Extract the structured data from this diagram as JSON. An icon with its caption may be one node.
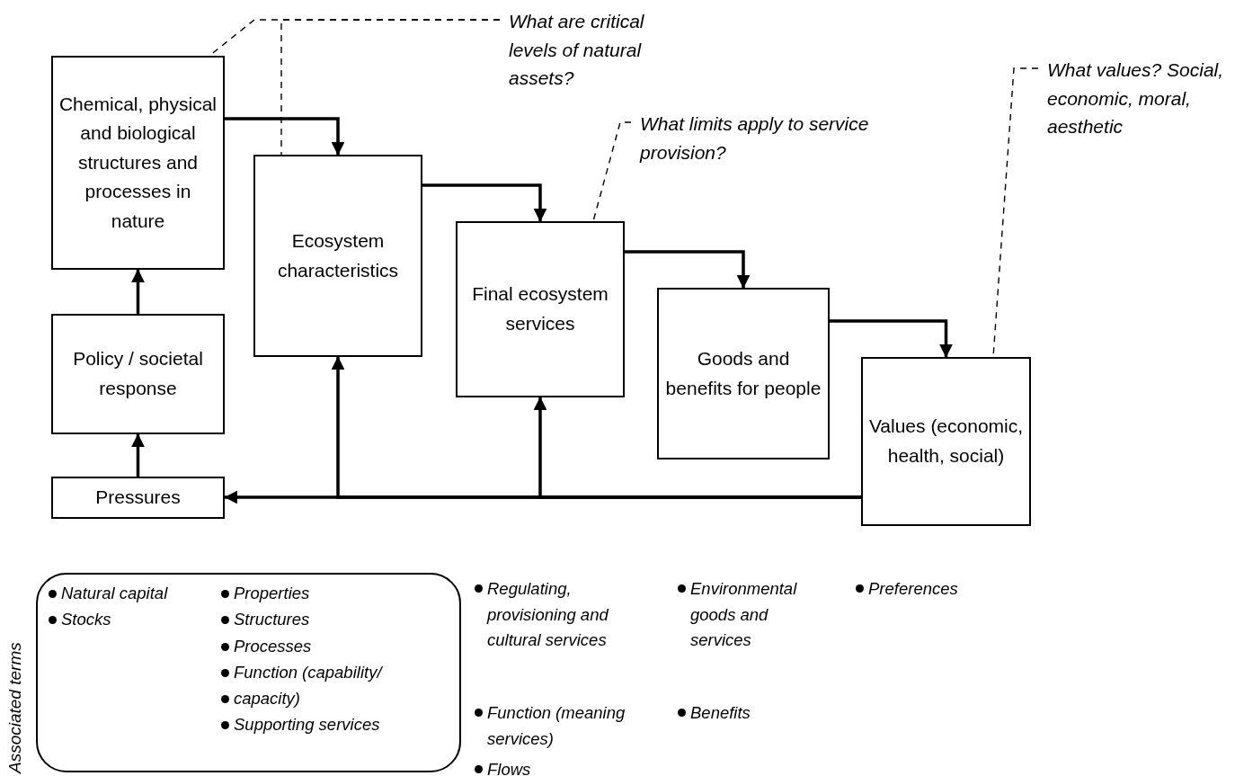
{
  "diagram": {
    "nodes": [
      {
        "text": [
          "Chemical, physical and biological structures and processes in nature"
        ]
      },
      {
        "text": [
          "Ecosystem characteristics"
        ]
      },
      {
        "text": [
          "Final ecosystem services"
        ]
      },
      {
        "text": [
          "Goods and benefits for people"
        ]
      },
      {
        "text": [
          "Values (economic, health, social)"
        ]
      },
      {
        "text": [
          "Policy / societal response"
        ]
      },
      {
        "text": [
          "Pressures"
        ]
      },
      {
        "text": [
          "What are critical levels of natural assets?"
        ]
      },
      {
        "text": [
          "What limits apply to service provision?"
        ]
      },
      {
        "text": [
          "What values? Social, economic, moral, aesthetic"
        ]
      },
      {
        "text": [
          "Natural capital",
          "Stocks",
          "Properties",
          "Structures",
          "Processes",
          "Function (capability/",
          "capacity)",
          "Supporting services"
        ]
      }
    ],
    "edges": [
      {
        "from": 0,
        "to": 1,
        "arrow": "to"
      },
      {
        "from": 1,
        "to": 2,
        "arrow": "to"
      },
      {
        "from": 2,
        "to": 3,
        "arrow": "to"
      },
      {
        "from": 3,
        "to": 4,
        "arrow": "to"
      },
      {
        "from": 6,
        "to": 5,
        "arrow": "to"
      },
      {
        "from": 5,
        "to": 0,
        "arrow": "to"
      },
      {
        "from": 4,
        "to": 6,
        "arrow": "to"
      },
      {
        "from": 4,
        "to": 1,
        "arrow": "to"
      },
      {
        "from": 4,
        "to": 2,
        "arrow": "to"
      },
      {
        "from": 7,
        "to": 0,
        "arrow": "none",
        "style": "dashed"
      },
      {
        "from": 7,
        "to": 1,
        "arrow": "none",
        "style": "dashed"
      },
      {
        "from": 8,
        "to": 2,
        "arrow": "none",
        "style": "dashed"
      },
      {
        "from": 9,
        "to": 4,
        "arrow": "none",
        "style": "dashed"
      }
    ],
    "labels": [
      "Associated terms",
      "Regulating, provisioning and cultural services",
      "Function (meaning services)",
      "Flows",
      "Environmental goods and services",
      "Benefits",
      "Preferences"
    ]
  }
}
